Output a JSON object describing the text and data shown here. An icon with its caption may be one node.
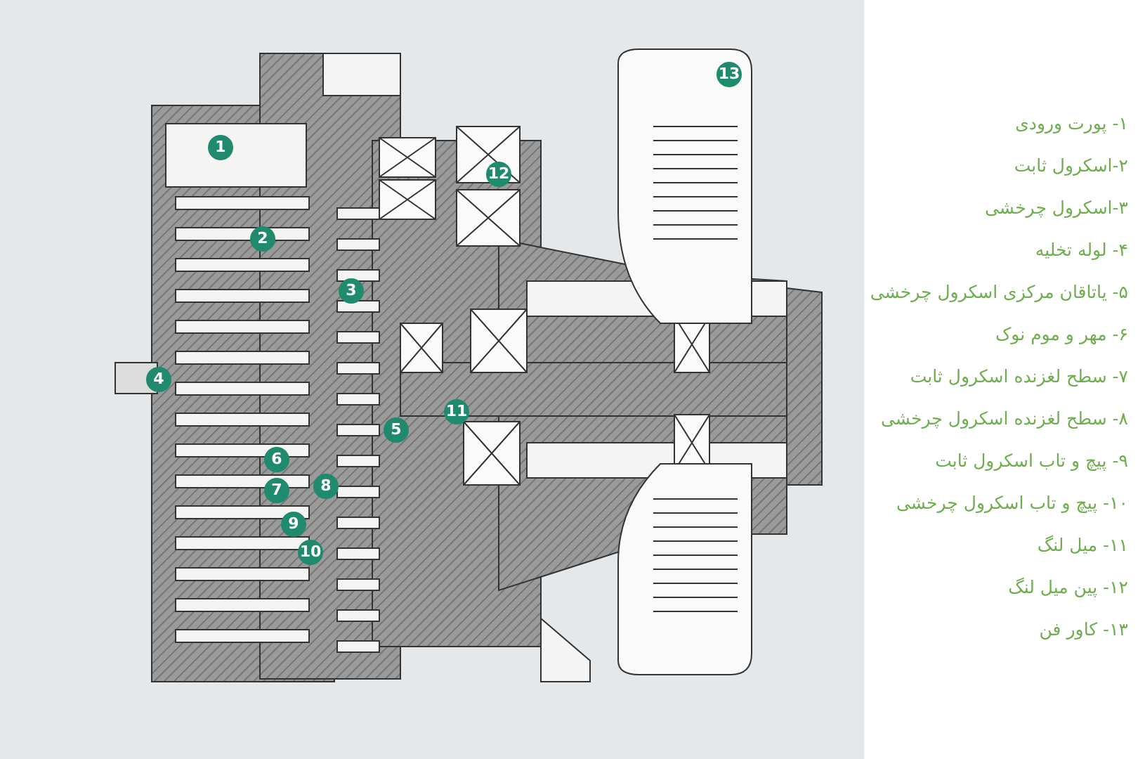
{
  "diagram": {
    "labels": [
      "1",
      "2",
      "3",
      "4",
      "5",
      "6",
      "7",
      "8",
      "9",
      "10",
      "11",
      "12",
      "13",
      "۱- پورت ورودی",
      "۲-اسکرول ثابت",
      "۳-اسکرول چرخشی",
      "۴- لوله تخلیه",
      "۵- یاتاقان مرکزی اسکرول چرخشی",
      "۶- مهر و موم نوک",
      "۷- سطح لغزنده اسکرول ثابت",
      "۸- سطح لغزنده اسکرول چرخشی",
      "۹- پیچ و تاب اسکرول ثابت",
      "۱۰- پیچ و تاب اسکرول چرخشی",
      "۱۱- میل لنگ",
      "۱۲- پین میل لنگ",
      "۱۳- کاور فن"
    ]
  }
}
